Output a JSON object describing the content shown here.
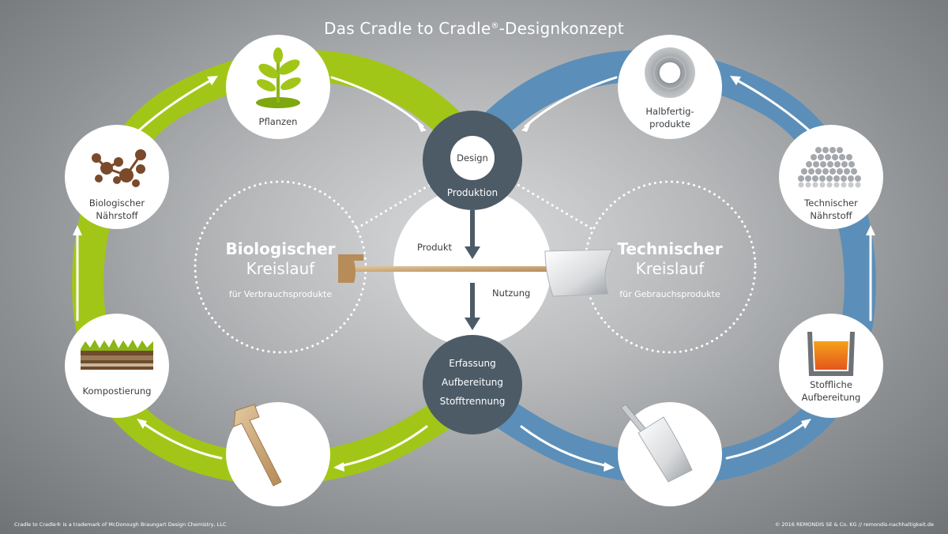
{
  "title_main": "Das Cradle to Cradle",
  "title_reg": "®",
  "title_rest": "-Designkonzept",
  "bio_cycle": {
    "title_bold": "Biologischer",
    "title_light": "Kreislauf",
    "subtitle": "für Verbrauchsprodukte",
    "color": "#a2c617",
    "nodes": {
      "plants": "Pflanzen",
      "nutrient_1": "Biologischer",
      "nutrient_2": "Nährstoff",
      "compost": "Kompostierung"
    }
  },
  "tech_cycle": {
    "title_bold": "Technischer",
    "title_light": "Kreislauf",
    "subtitle": "für Gebrauchsprodukte",
    "color": "#5b8fb9",
    "nodes": {
      "semi_1": "Halbfertig-",
      "semi_2": "produkte",
      "nutrient_1": "Technischer",
      "nutrient_2": "Nährstoff",
      "processing_1": "Stoffliche",
      "processing_2": "Aufbereitung"
    }
  },
  "center": {
    "design": "Design",
    "production": "Produktion",
    "product": "Produkt",
    "usage": "Nutzung",
    "collection": "Erfassung",
    "treatment": "Aufbereitung",
    "separation": "Stofftrennung",
    "dark_color": "#4d5b67"
  },
  "footer": {
    "left": "Cradle to Cradle® is a trademark of McDonough Braungart Design Chemistry, LLC",
    "right": "© 2016 REMONDIS SE & Co. KG // remondis-nachhaltigkeit.de"
  }
}
